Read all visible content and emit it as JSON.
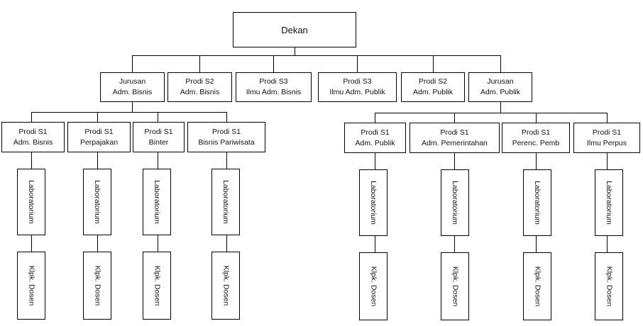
{
  "root": {
    "label": "Dekan"
  },
  "level1": [
    {
      "label": "Jurusan\nAdm. Bisnis"
    },
    {
      "label": "Prodi S2\nAdm. Bisnis"
    },
    {
      "label": "Prodi S3\nIlmu Adm. Bisnis"
    },
    {
      "label": "Prodi S3\nIlmu Adm. Publik"
    },
    {
      "label": "Prodi S2\nAdm. Publik"
    },
    {
      "label": "Jurusan\nAdm. Publik"
    }
  ],
  "bisnis_prodi": [
    {
      "label": "Prodi S1\nAdm. Bisnis",
      "lab": "Laboratorium",
      "dosen": "Klpk. Dosen"
    },
    {
      "label": "Prodi S1\nPerpajakan",
      "lab": "Laboratorium",
      "dosen": "Klpk. Dosen"
    },
    {
      "label": "Prodi S1\nBinter",
      "lab": "Laboratorium",
      "dosen": "Klpk. Dosen"
    },
    {
      "label": "Prodi S1\nBisnis Pariwisata",
      "lab": "Laboratorium",
      "dosen": "Klpk. Dosen"
    }
  ],
  "publik_prodi": [
    {
      "label": "Prodi S1\nAdm. Publik",
      "lab": "Laboratorium",
      "dosen": "Klpk. Dosen"
    },
    {
      "label": "Prodi S1\nAdm. Pemerintahan",
      "lab": "Laboratorium",
      "dosen": "Klpk. Dosen"
    },
    {
      "label": "Prodi S1\nPerenc. Pemb",
      "lab": "Laboratorium",
      "dosen": "Klpk. Dosen"
    },
    {
      "label": "Prodi S1\nIlmu Perpus",
      "lab": "Laboratorium",
      "dosen": "Klpk. Dosen"
    }
  ]
}
